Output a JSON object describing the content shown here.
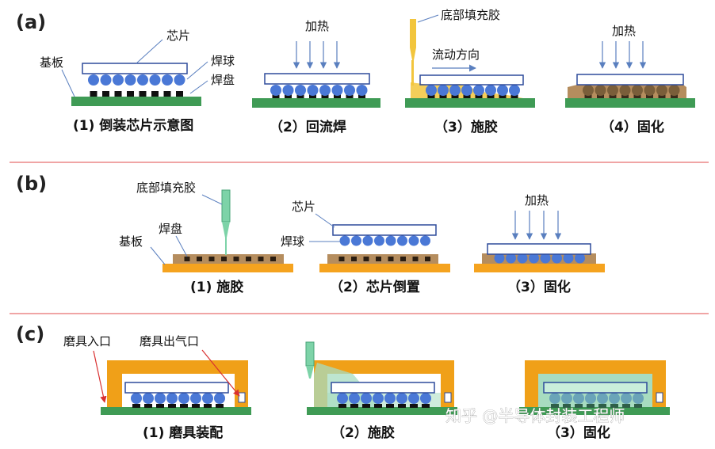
{
  "sections": {
    "a": {
      "tag": "(a)",
      "labels": {
        "chip": "芯片",
        "substrate": "基板",
        "solder_ball": "焊球",
        "pad": "焊盘",
        "heat1": "加热",
        "underfill": "底部填充胶",
        "flow_dir": "流动方向",
        "heat2": "加热"
      },
      "captions": [
        "(1) 倒装芯片示意图",
        "（2）回流焊",
        "（3）施胶",
        "（4）固化"
      ]
    },
    "b": {
      "tag": "(b)",
      "labels": {
        "underfill": "底部填充胶",
        "substrate": "基板",
        "pad": "焊盘",
        "chip": "芯片",
        "solder_ball": "焊球",
        "heat": "加热"
      },
      "captions": [
        "(1) 施胶",
        "（2）芯片倒置",
        "（3）固化"
      ]
    },
    "c": {
      "tag": "(c)",
      "labels": {
        "mold_inlet": "磨具入口",
        "mold_outlet": "磨具出气口"
      },
      "captions": [
        "(1) 磨具装配",
        "（2）施胶",
        "（3）固化"
      ]
    }
  },
  "watermark": "知乎 @半导体封装工程师",
  "colors": {
    "substrate_green": "#3f9b55",
    "chip_outline": "#2e4b9b",
    "solder_blue": "#4a78d6",
    "underfill_yellow": "#f2c53d",
    "cured_brown": "#b58d5e",
    "substrate_orange": "#f5a31f",
    "mold_orange": "#f0a018",
    "fill_green": "#a7dcc0",
    "divider_red": "#e24b4b",
    "arrow_blue": "#5a7fbf"
  }
}
